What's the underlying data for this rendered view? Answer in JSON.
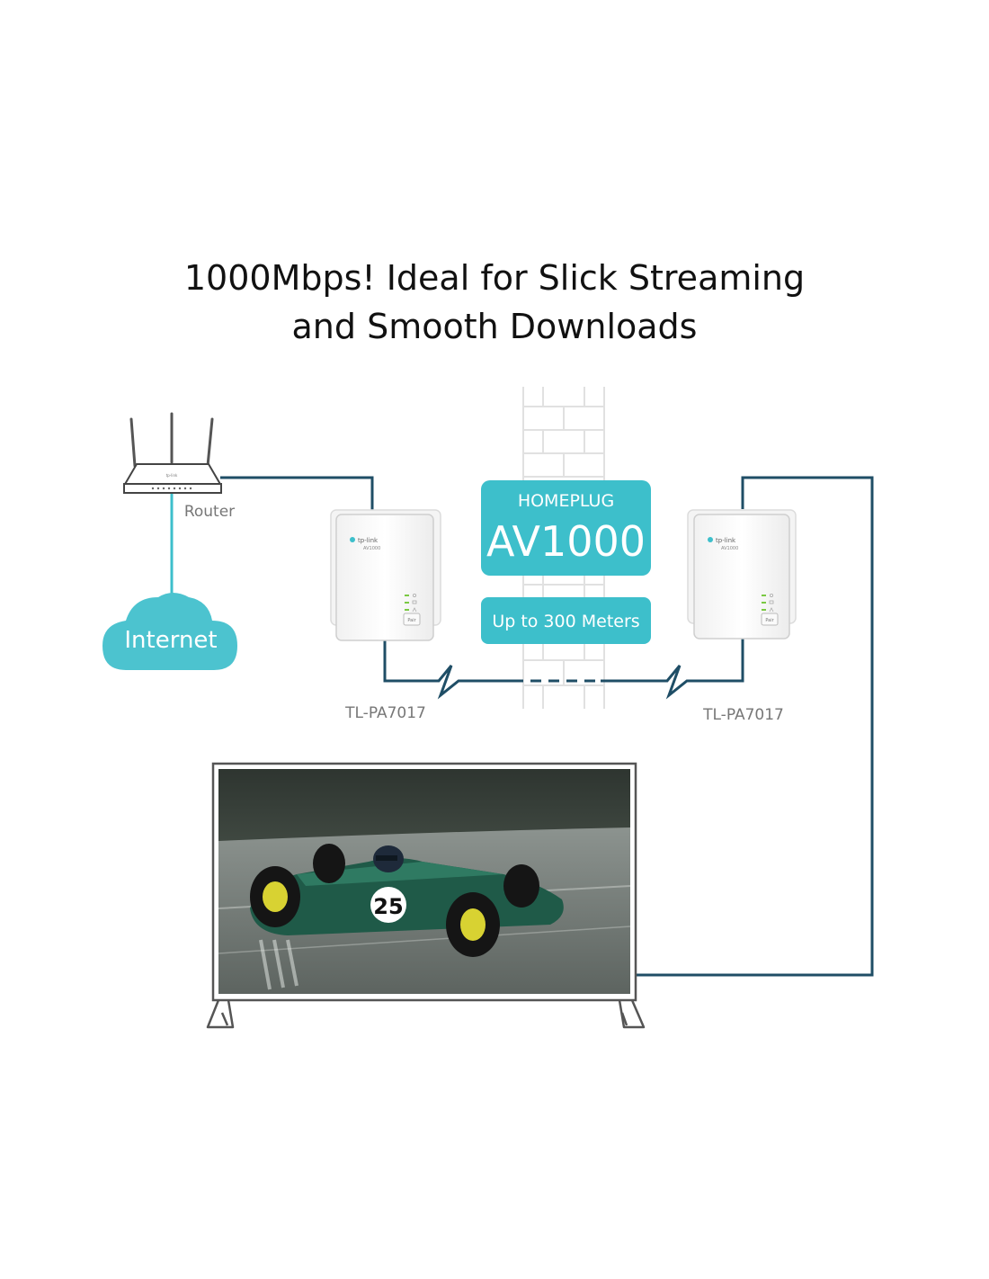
{
  "headline": {
    "line1": "1000Mbps! Ideal for Slick Streaming",
    "line2": "and Smooth Downloads"
  },
  "router": {
    "label": "Router",
    "brand": "tp-link"
  },
  "internet": {
    "label": "Internet"
  },
  "badge": {
    "standard": "HOMEPLUG",
    "model": "AV1000",
    "range": "Up to 300 Meters"
  },
  "adapters": [
    {
      "label": "TL-PA7017",
      "brand": "tp-link",
      "sublabel": "AV1000",
      "button": "Pair"
    },
    {
      "label": "TL-PA7017",
      "brand": "tp-link",
      "sublabel": "AV1000",
      "button": "Pair"
    }
  ],
  "tv": {
    "screen_content": "race-car"
  },
  "car": {
    "number": "25"
  },
  "colors": {
    "line": "#1f4e66",
    "teal": "#3dbfcb",
    "cloud": "#4cc3cf",
    "wall_line": "#e1e1e1",
    "led_green": "#7ac943"
  }
}
